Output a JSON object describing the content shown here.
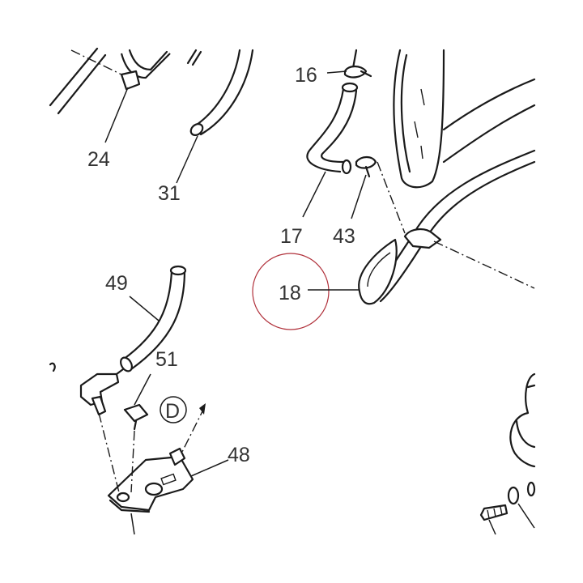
{
  "callouts": [
    {
      "id": "24",
      "text": "24"
    },
    {
      "id": "31",
      "text": "31"
    },
    {
      "id": "16",
      "text": "16"
    },
    {
      "id": "17",
      "text": "17"
    },
    {
      "id": "43",
      "text": "43"
    },
    {
      "id": "18",
      "text": "18"
    },
    {
      "id": "49",
      "text": "49"
    },
    {
      "id": "51",
      "text": "51"
    },
    {
      "id": "48",
      "text": "48"
    },
    {
      "id": "D",
      "text": "D"
    }
  ],
  "highlight_color": "#b0303a",
  "line_color": "#1a1a1a"
}
